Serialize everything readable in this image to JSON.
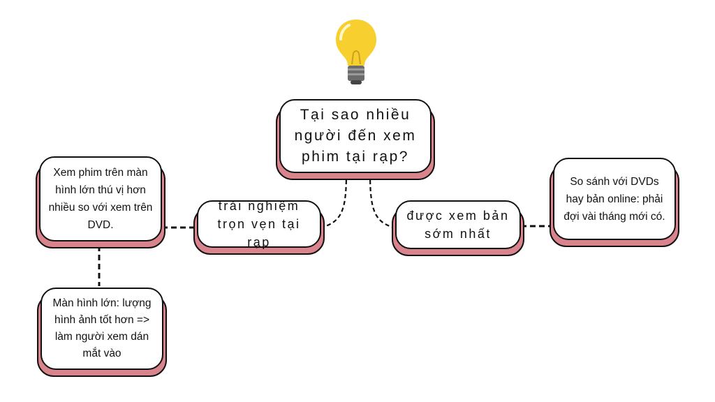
{
  "diagram": {
    "type": "mind-map",
    "root": {
      "text": "Tại sao nhiều người đến xem phim tại rạp?"
    },
    "branches": [
      {
        "text": "trải nghiệm trọn vẹn tại rạp",
        "children": [
          {
            "text": "Xem phim trên màn hình lớn thú vị hơn nhiều so với xem trên DVD.",
            "children": [
              {
                "text": "Màn hình lớn: lượng hình ảnh tốt hơn => làm người xem dán mắt vào"
              }
            ]
          }
        ]
      },
      {
        "text": "được xem bản sớm nhất",
        "children": [
          {
            "text": "So sánh với DVDs hay bản online: phải đợi vài tháng mới có."
          }
        ]
      }
    ]
  },
  "icon": "light-bulb-icon",
  "colors": {
    "node_shadow": "#d9848d",
    "outline": "#111111",
    "bulb": "#f7cf2f",
    "bulb_base": "#6b6b6b"
  }
}
